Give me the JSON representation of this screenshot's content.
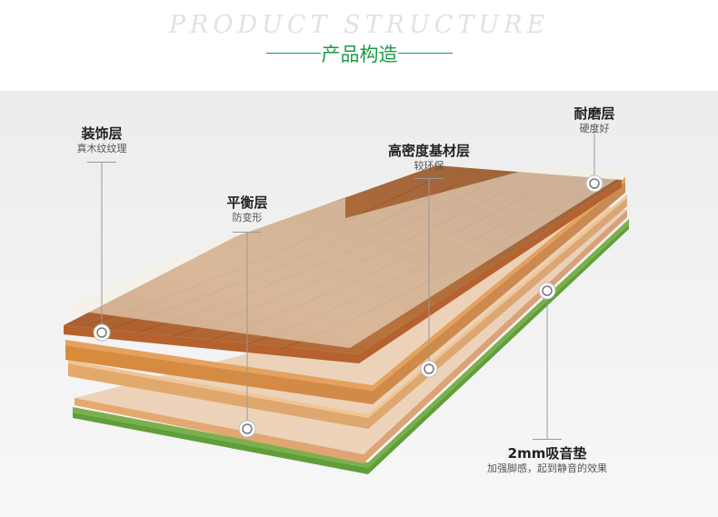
{
  "header": {
    "en_title": "PRODUCT STRUCTURE",
    "cn_title": "产品构造"
  },
  "layers": {
    "decor": {
      "title": "装饰层",
      "sub": "真木纹纹理"
    },
    "balance": {
      "title": "平衡层",
      "sub": "防变形"
    },
    "hdf": {
      "title": "高密度基材层",
      "sub": "较环保"
    },
    "wear": {
      "title": "耐磨层",
      "sub": "硬度好"
    },
    "pad": {
      "title": "2mm吸音垫",
      "sub": "加强脚感，起到静音的效果"
    }
  },
  "colors": {
    "accent": "#1a9b46",
    "wood": "#b8713a",
    "pad": "#5f9e3a"
  }
}
